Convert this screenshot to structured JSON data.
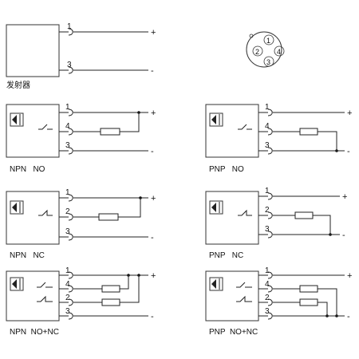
{
  "emitter": {
    "label": "发射器",
    "pins": [
      "1",
      "3"
    ],
    "signs": [
      "+",
      "-"
    ]
  },
  "connector": {
    "pins": [
      "1",
      "2",
      "3",
      "4"
    ]
  },
  "diagrams": [
    {
      "id": "npn-no",
      "label": "NPN   NO",
      "pins": [
        "1",
        "4",
        "3"
      ],
      "signs": [
        "+",
        "-"
      ]
    },
    {
      "id": "pnp-no",
      "label": "PNP   NO",
      "pins": [
        "1",
        "4",
        "3"
      ],
      "signs": [
        "+",
        "-"
      ]
    },
    {
      "id": "npn-nc",
      "label": "NPN   NC",
      "pins": [
        "1",
        "2",
        "3"
      ],
      "signs": [
        "+",
        "-"
      ]
    },
    {
      "id": "pnp-nc",
      "label": "PNP   NC",
      "pins": [
        "1",
        "2",
        "3"
      ],
      "signs": [
        "+",
        "-"
      ]
    },
    {
      "id": "npn-nonc",
      "label": "NPN  NO+NC",
      "pins": [
        "1",
        "4",
        "2",
        "3"
      ],
      "signs": [
        "+",
        "-"
      ]
    },
    {
      "id": "pnp-nonc",
      "label": "PNP  NO+NC",
      "pins": [
        "1",
        "4",
        "2",
        "3"
      ],
      "signs": [
        "+",
        "-"
      ]
    }
  ]
}
